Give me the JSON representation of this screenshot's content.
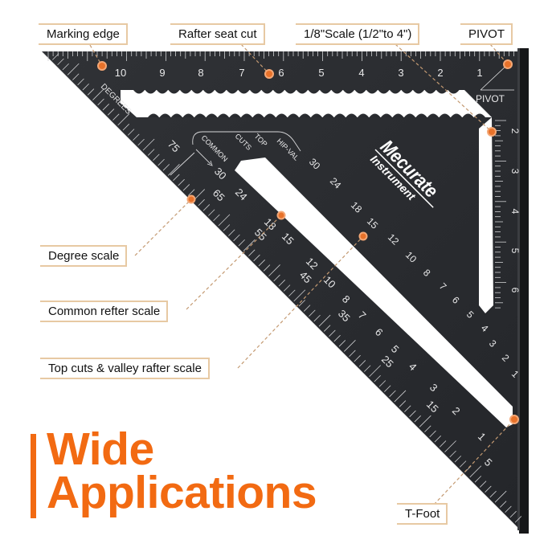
{
  "callouts": {
    "marking_edge": "Marking edge",
    "rafter_seat_cut": "Rafter seat cut",
    "scale_eighth": "1/8\"Scale (1/2\"to 4\")",
    "pivot": "PIVOT",
    "degree_scale": "Degree scale",
    "common_rafter_scale": "Common refter scale",
    "top_cuts_valley": "Top cuts & valley rafter scale",
    "t_foot": "T-Foot"
  },
  "headline": {
    "line1": "Wide",
    "line2": "Applications"
  },
  "tool": {
    "brand_line1": "Mecurate",
    "brand_line2": "Instrument",
    "pivot_label": "PIVOT",
    "degrees_label": "DEGREES",
    "common_label": "COMMON",
    "cuts_label": "CUTS",
    "top_label": "TOP",
    "hip_val_label": "HIP-VAL",
    "top_scale": [
      "10",
      "9",
      "8",
      "7",
      "6",
      "5",
      "4",
      "3",
      "2",
      "1"
    ],
    "right_scale": [
      "2",
      "3",
      "4",
      "5",
      "6"
    ],
    "degree_marks": [
      "75",
      "65",
      "55",
      "45",
      "35",
      "25",
      "15",
      "5"
    ],
    "common_marks": [
      "30",
      "24",
      "18",
      "15",
      "12",
      "10",
      "8",
      "7",
      "6",
      "5",
      "4",
      "3",
      "2",
      "1"
    ],
    "hipval_marks": [
      "30",
      "24",
      "18",
      "15",
      "12",
      "10",
      "8",
      "7",
      "6",
      "5",
      "4",
      "3",
      "2",
      "1"
    ]
  },
  "colors": {
    "accent": "#f26a12",
    "tool_body": "#2b2d30",
    "callout_border": "#e7c9a3",
    "marker": "#e8722a"
  }
}
